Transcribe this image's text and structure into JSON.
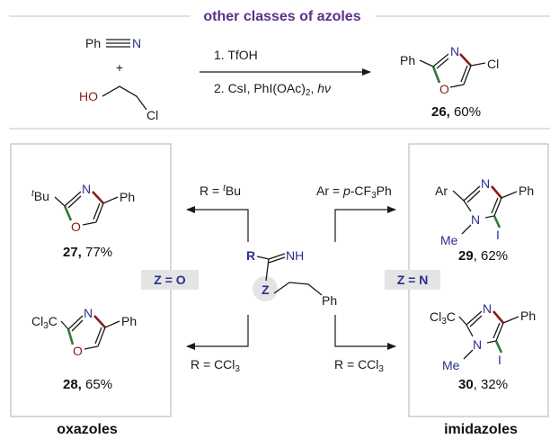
{
  "header": {
    "title": "other classes of azoles",
    "title_color": "#5b2f8a"
  },
  "top_reaction": {
    "reactant1": "Ph",
    "reactant1_atom": "N",
    "plus": "+",
    "reactant2_oh": "HO",
    "reactant2_cl": "Cl",
    "step1": "1. TfOH",
    "step2": "2. CsI, PhI(OAc)",
    "step2_sub": "2",
    "step2_tail": ", ",
    "step2_hv": "hν",
    "product_ph": "Ph",
    "product_n": "N",
    "product_o": "O",
    "product_cl": "Cl",
    "product_num": "26,",
    "product_yield": " 60%"
  },
  "center": {
    "r": "R",
    "nh": "NH",
    "z": "Z",
    "ph": "Ph",
    "z_o": "Z = O",
    "z_n": "Z = N",
    "r_tbu_pre": "R = ",
    "r_tbu_sup": "t",
    "r_tbu_post": "Bu",
    "ar_pre": "Ar = ",
    "ar_p": "p",
    "ar_rest": "-CF",
    "ar_sub": "3",
    "ar_ph": "Ph",
    "r_ccl3_left": "R = CCl",
    "r_ccl3_right": "R = CCl",
    "ccl3_sub": "3"
  },
  "compounds": {
    "c27": {
      "sup": "t",
      "bu": "Bu",
      "n": "N",
      "o": "O",
      "ph": "Ph",
      "num": "27,",
      "yield": " 77%"
    },
    "c28": {
      "cl3": "Cl",
      "cl3_sub": "3",
      "c": "C",
      "n": "N",
      "o": "O",
      "ph": "Ph",
      "num": "28,",
      "yield": " 65%"
    },
    "c29": {
      "ar": "Ar",
      "n": "N",
      "n1": "N",
      "ph": "Ph",
      "me": "Me",
      "i": "I",
      "num": "29",
      "yield": ", 62%"
    },
    "c30": {
      "cl3": "Cl",
      "cl3_sub": "3",
      "c": "C",
      "n": "N",
      "n1": "N",
      "ph": "Ph",
      "me": "Me",
      "i": "I",
      "num": "30",
      "yield": ", 32%"
    }
  },
  "footer": {
    "oxazoles": "oxazoles",
    "imidazoles": "imidazoles"
  },
  "colors": {
    "nitrogen": "#2a2f8f",
    "oxygen_red": "#8b1a1a",
    "green_bond": "#2f7a33",
    "box_border": "#bdbdbd",
    "z_label_bg": "#e4e4e4"
  }
}
